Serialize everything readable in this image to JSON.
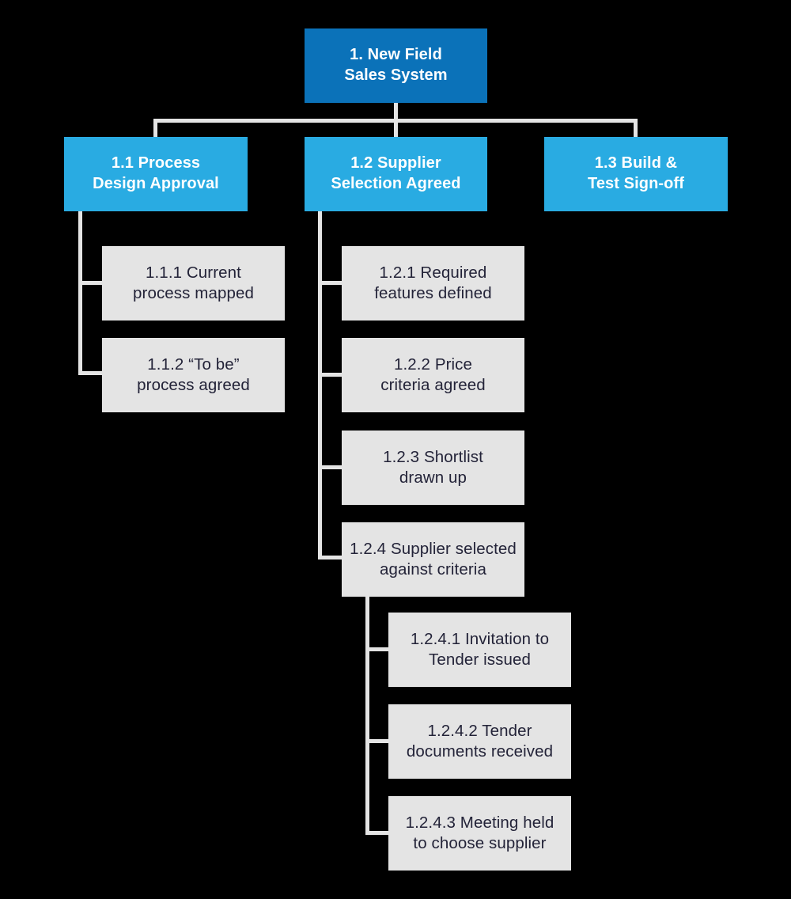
{
  "diagram": {
    "type": "work-breakdown-structure",
    "title_node": "1. New Field Sales System",
    "background_color": "#000000",
    "connector_color": "#E4E4E4",
    "colors": {
      "root_fill": "#0B72B9",
      "level2_fill": "#29ABE2",
      "leaf_fill": "#E4E4E4",
      "light_text": "#FFFFFF",
      "dark_text": "#232338"
    }
  },
  "nodes": {
    "root": {
      "id": "1",
      "label": "1. New Field\nSales System",
      "level": 0
    },
    "level2": [
      {
        "id": "1.1",
        "label": "1.1 Process\nDesign Approval"
      },
      {
        "id": "1.2",
        "label": "1.2 Supplier\nSelection Agreed"
      },
      {
        "id": "1.3",
        "label": "1.3 Build &\nTest Sign-off"
      }
    ],
    "branch_1_1": [
      {
        "id": "1.1.1",
        "label": "1.1.1 Current\nprocess mapped"
      },
      {
        "id": "1.1.2",
        "label": "1.1.2 “To be”\nprocess agreed"
      }
    ],
    "branch_1_2": [
      {
        "id": "1.2.1",
        "label": "1.2.1 Required\nfeatures defined"
      },
      {
        "id": "1.2.2",
        "label": "1.2.2 Price\ncriteria agreed"
      },
      {
        "id": "1.2.3",
        "label": "1.2.3 Shortlist\ndrawn up"
      },
      {
        "id": "1.2.4",
        "label": "1.2.4 Supplier selected\nagainst criteria"
      }
    ],
    "branch_1_2_4": [
      {
        "id": "1.2.4.1",
        "label": "1.2.4.1 Invitation to\nTender issued"
      },
      {
        "id": "1.2.4.2",
        "label": "1.2.4.2 Tender\ndocuments received"
      },
      {
        "id": "1.2.4.3",
        "label": "1.2.4.3 Meeting held\nto choose supplier"
      }
    ],
    "branch_1_3": []
  }
}
